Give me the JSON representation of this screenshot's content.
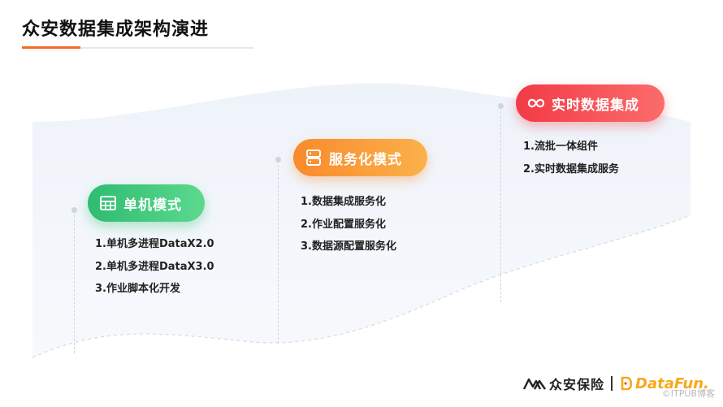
{
  "title": "众安数据集成架构演进",
  "stages": [
    {
      "label": "单机模式",
      "icon": "table-grid-icon",
      "color": "#2ebc70",
      "items": [
        "1.单机多进程DataX2.0",
        "2.单机多进程DataX3.0",
        "3.作业脚本化开发"
      ]
    },
    {
      "label": "服务化模式",
      "icon": "server-stack-icon",
      "color": "#f98a2c",
      "items": [
        "1.数据集成服务化",
        "2.作业配置服务化",
        "3.数据源配置服务化"
      ]
    },
    {
      "label": "实时数据集成",
      "icon": "infinity-loop-icon",
      "color": "#f23b47",
      "items": [
        "1.流批一体组件",
        "2.实时数据集成服务"
      ]
    }
  ],
  "footer": {
    "company": "众安保险",
    "partner": "DataFun."
  },
  "watermark": "©ITPUB博客"
}
